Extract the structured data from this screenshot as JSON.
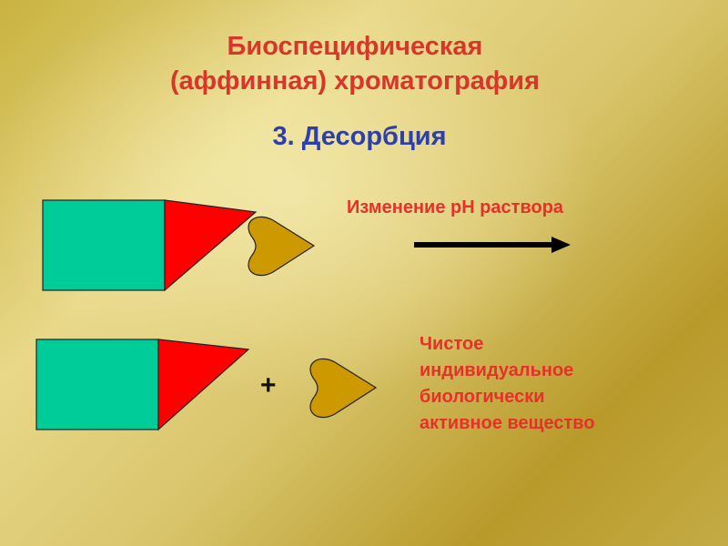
{
  "title": {
    "line1": "Биоспецифическая",
    "line2": "(аффинная) хроматография"
  },
  "subtitle": "3. Десорбция",
  "step_label": "Изменение pH раствора",
  "plus": "+",
  "product_lines": [
    "Чистое",
    "индивидуальное",
    "биологически",
    "активное вещество"
  ],
  "colors": {
    "matrix": "#00cc99",
    "ligand": "#ff0000",
    "target": "#cc9900",
    "title": "#d9362b",
    "subtitle": "#2d3fa8",
    "label": "#e8302a",
    "arrow": "#000000"
  }
}
